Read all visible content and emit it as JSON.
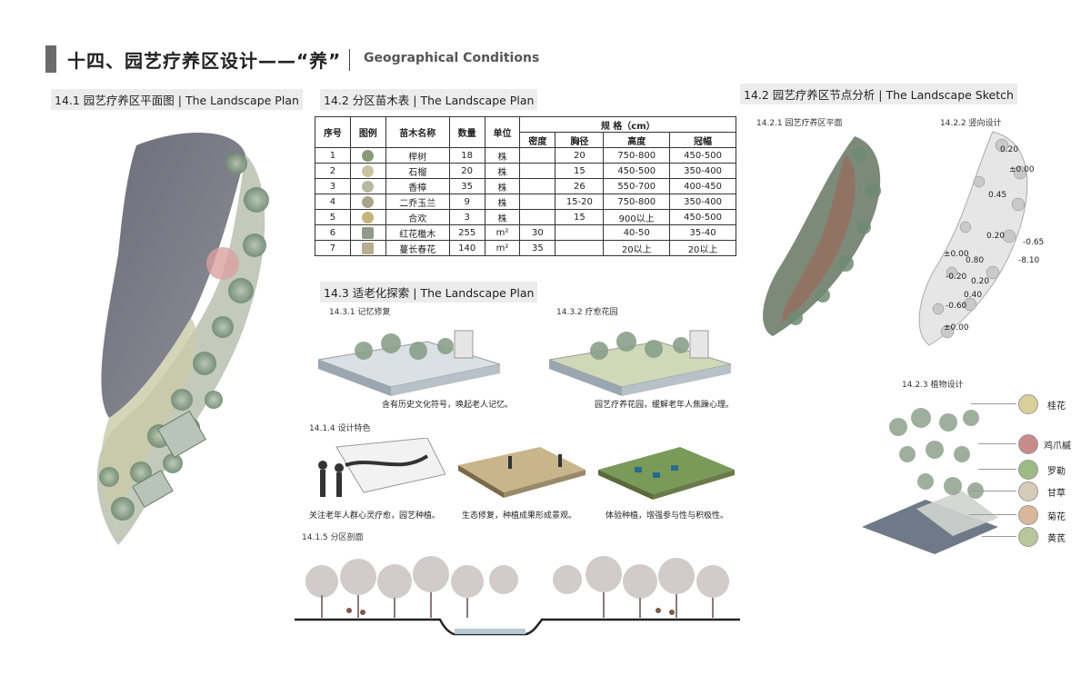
{
  "header": {
    "title": "十四、园艺疗养区设计——“养”",
    "subtitle": "Geographical Conditions"
  },
  "sections": {
    "s141": "14.1 园艺疗养区平面图 | The Landscape Plan",
    "s142": "14.2 分区苗木表 | The Landscape Plan",
    "s142b": "14.2 园艺疗养区节点分析 | The Landscape Sketch",
    "s143": "14.3 适老化探索 | The Landscape Plan"
  },
  "table": {
    "headers": [
      "序号",
      "图例",
      "苗木名称",
      "数量",
      "单位",
      "规 格（cm）"
    ],
    "spec_headers": [
      "密度",
      "胸径",
      "高度",
      "冠幅"
    ],
    "rows": [
      {
        "no": "1",
        "name": "榉树",
        "qty": "18",
        "unit": "株",
        "density": "",
        "dbh": "20",
        "height": "750-800",
        "crown": "450-500",
        "color": "#8a9a7a"
      },
      {
        "no": "2",
        "name": "石榴",
        "qty": "20",
        "unit": "株",
        "density": "",
        "dbh": "15",
        "height": "450-500",
        "crown": "350-400",
        "color": "#c9c2a4"
      },
      {
        "no": "3",
        "name": "香樟",
        "qty": "35",
        "unit": "株",
        "density": "",
        "dbh": "26",
        "height": "550-700",
        "crown": "400-450",
        "color": "#b9b6a2"
      },
      {
        "no": "4",
        "name": "二乔玉兰",
        "qty": "9",
        "unit": "株",
        "density": "",
        "dbh": "15-20",
        "height": "750-800",
        "crown": "350-400",
        "color": "#a9a58a"
      },
      {
        "no": "5",
        "name": "合欢",
        "qty": "3",
        "unit": "株",
        "density": "",
        "dbh": "15",
        "height": "900以上",
        "crown": "450-500",
        "color": "#c4b47a"
      },
      {
        "no": "6",
        "name": "红花檵木",
        "qty": "255",
        "unit": "m²",
        "density": "30",
        "dbh": "",
        "height": "40-50",
        "crown": "35-40",
        "color": "#8f9a8a"
      },
      {
        "no": "7",
        "name": "蔓长春花",
        "qty": "140",
        "unit": "m²",
        "density": "35",
        "dbh": "",
        "height": "20以上",
        "crown": "20以上",
        "color": "#b7ad8f"
      }
    ]
  },
  "node": {
    "s1421": "14.2.1 园艺疗养区平面",
    "s1422": "14.2.2 竖向设计",
    "s1423": "14.2.3 植物设计",
    "elevations": [
      "0.20",
      "±0.00",
      "0.45",
      "0.20",
      "-0.65",
      "-8.10",
      "±0.00",
      "0.80",
      "-0.20",
      "0.20",
      "0.40",
      "-0.60",
      "±0.00"
    ],
    "plants": [
      "桂花",
      "鸡爪槭",
      "罗勒",
      "甘草",
      "菊花",
      "黄芪"
    ],
    "plant_colors": [
      "#d9cf9a",
      "#c98a8a",
      "#9cba84",
      "#d6ccb8",
      "#d8b79a",
      "#b8c79a"
    ]
  },
  "aging": {
    "s1431": "14.3.1 记忆修复",
    "s1432": "14.3.2 疗愈花园",
    "cap1": "含有历史文化符号，唤起老人记忆。",
    "cap2": "园艺疗养花园，缓解老年人焦躁心理。",
    "s1414": "14.1.4 设计特色",
    "feat1": "关注老年人群心灵疗愈，园艺种植。",
    "feat2": "生态修复，种植成果形成景观。",
    "feat3": "体验种植，增强参与性与积极性。",
    "s1415": "14.1.5 分区剖面"
  }
}
